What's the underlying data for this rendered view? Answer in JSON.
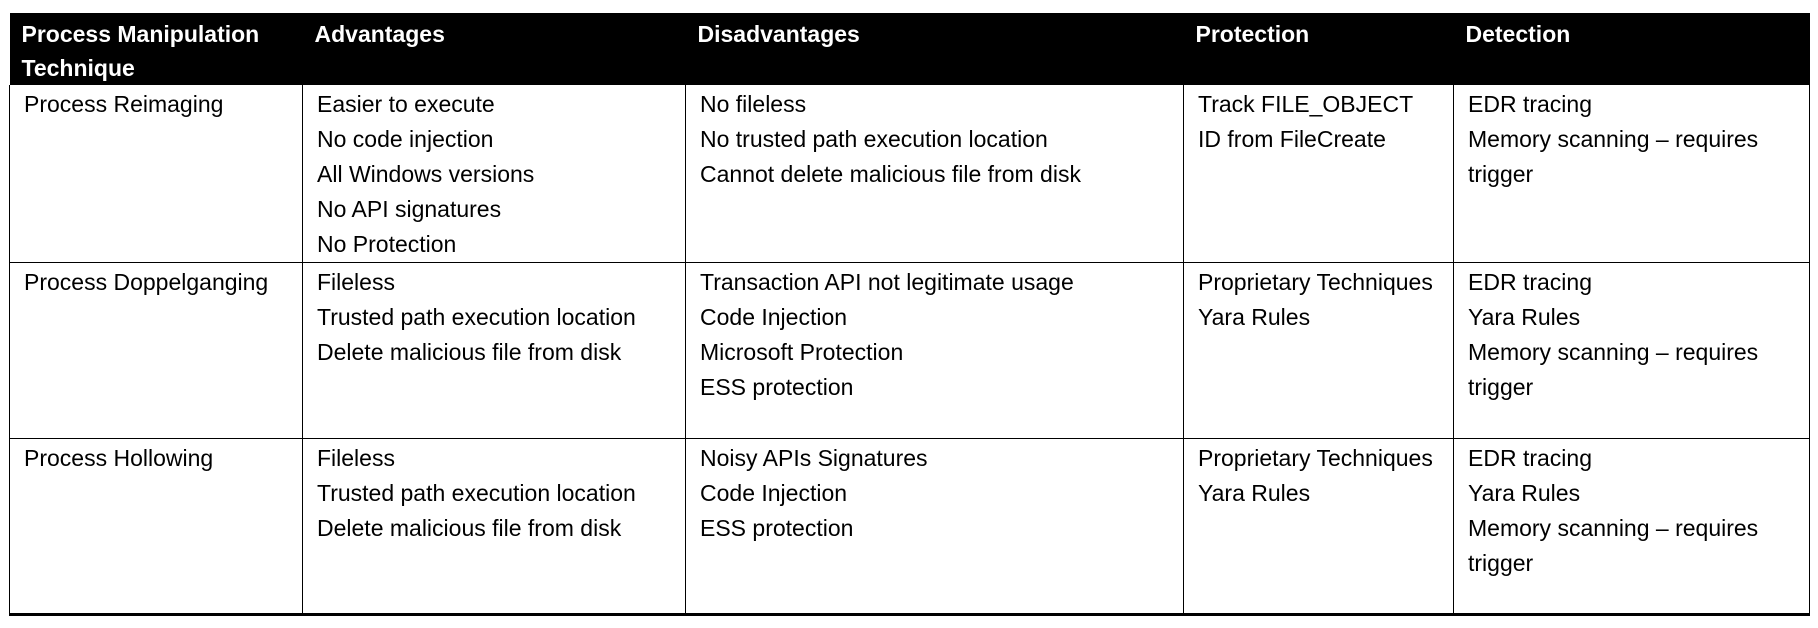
{
  "headers": [
    "Process Manipulation Technique",
    "Advantages",
    "Disadvantages",
    "Protection",
    "Detection"
  ],
  "rows": [
    {
      "technique": "Process Reimaging",
      "advantages": [
        "Easier to execute",
        "No code injection",
        "All Windows versions",
        "No API signatures",
        "No Protection"
      ],
      "disadvantages": [
        "No fileless",
        "No trusted path execution location",
        "Cannot delete malicious file from disk"
      ],
      "protection": [
        "Track FILE_OBJECT ID from FileCreate"
      ],
      "detection": [
        "EDR tracing",
        "Memory scanning – requires trigger"
      ]
    },
    {
      "technique": "Process Doppelganging",
      "advantages": [
        "Fileless",
        "Trusted path execution location",
        "Delete malicious file from disk"
      ],
      "disadvantages": [
        "Transaction API not legitimate usage",
        "Code Injection",
        "Microsoft Protection",
        "ESS protection"
      ],
      "protection": [
        "Proprietary Techniques",
        "Yara Rules"
      ],
      "detection": [
        "EDR tracing",
        "Yara Rules",
        "Memory scanning – requires trigger"
      ]
    },
    {
      "technique": "Process Hollowing",
      "advantages": [
        "Fileless",
        "Trusted path execution location",
        "Delete malicious file from disk"
      ],
      "disadvantages": [
        "Noisy APIs Signatures",
        "Code Injection",
        "ESS protection"
      ],
      "protection": [
        "Proprietary Techniques",
        "Yara Rules"
      ],
      "detection": [
        "EDR tracing",
        "Yara Rules",
        "Memory scanning – requires trigger"
      ]
    }
  ]
}
